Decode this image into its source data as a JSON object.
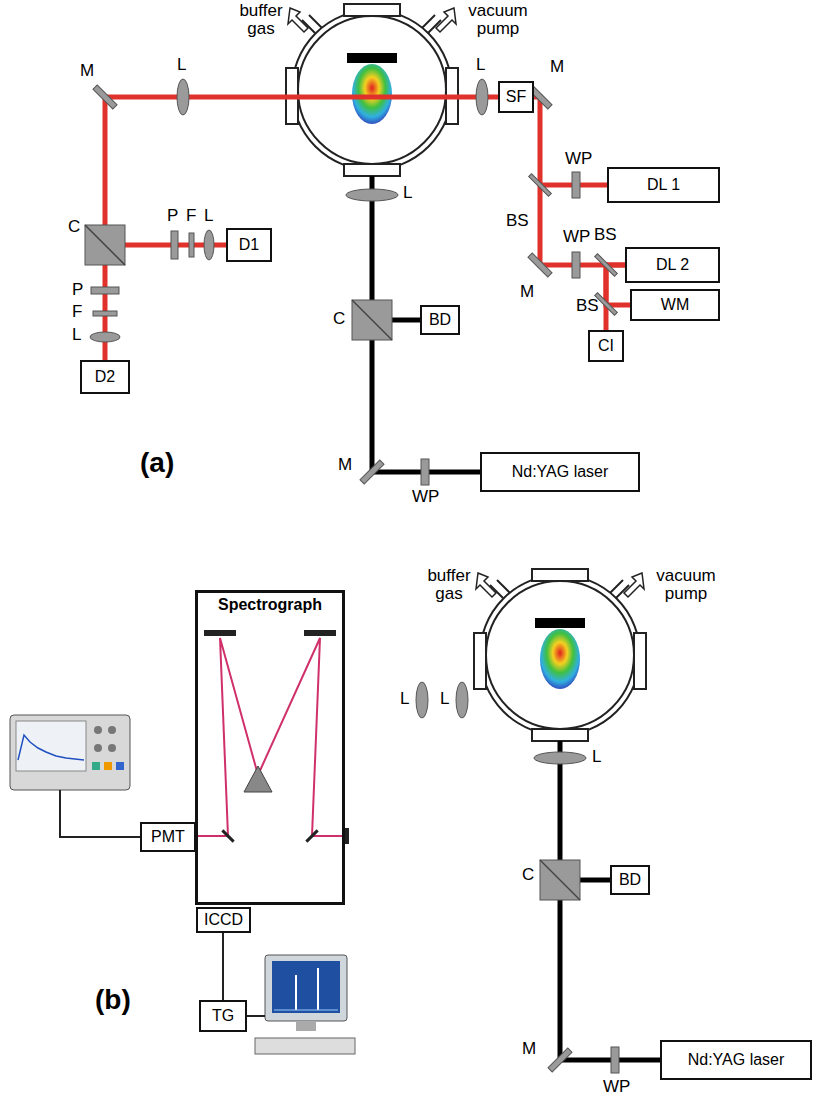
{
  "diagram": {
    "nodes": [
      {
        "text": [
          "DL 1"
        ]
      },
      {
        "text": [
          "DL 2"
        ]
      },
      {
        "text": [
          "WM"
        ]
      },
      {
        "text": [
          "CI"
        ]
      },
      {
        "text": [
          "SF"
        ]
      },
      {
        "text": [
          "D1"
        ]
      },
      {
        "text": [
          "D2"
        ]
      },
      {
        "text": [
          "BD"
        ]
      },
      {
        "text": [
          "Nd:YAG laser"
        ]
      },
      {
        "text": [
          "Spectrograph"
        ]
      },
      {
        "text": [
          "PMT"
        ]
      },
      {
        "text": [
          "ICCD"
        ]
      },
      {
        "text": [
          "TG"
        ]
      },
      {
        "text": [
          "BD"
        ]
      },
      {
        "text": [
          "Nd:YAG laser"
        ]
      }
    ],
    "edges": [
      {
        "from": 1,
        "to": 2,
        "arrow": "none"
      },
      {
        "from": 1,
        "to": 3,
        "arrow": "none"
      },
      {
        "from": 8,
        "to": 7,
        "arrow": "none"
      },
      {
        "from": 11,
        "to": 12,
        "arrow": "none"
      },
      {
        "from": 14,
        "to": 13,
        "arrow": "none"
      }
    ],
    "labels": [
      "buffer gas",
      "vacuum pump",
      "M",
      "L",
      "L",
      "M",
      "P",
      "F",
      "L",
      "C",
      "P",
      "F",
      "L",
      "BS",
      "WP",
      "WP",
      "BS",
      "M",
      "BS",
      "L",
      "C",
      "M",
      "WP",
      "(a)",
      "buffer gas",
      "vacuum pump",
      "L",
      "L",
      "L",
      "C",
      "M",
      "WP",
      "(b)"
    ]
  }
}
